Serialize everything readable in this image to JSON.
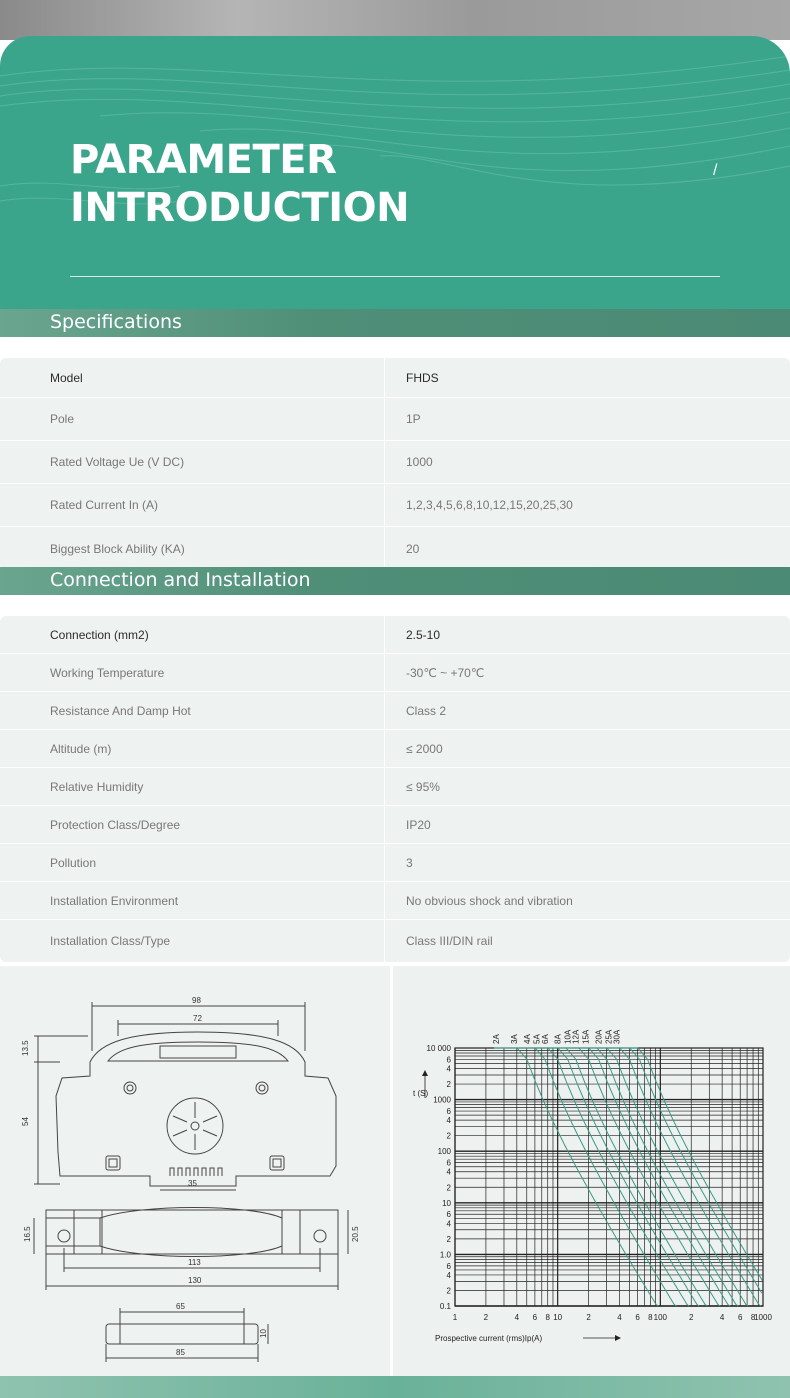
{
  "hero": {
    "title_line1": "PARAMETER",
    "title_line2": "INTRODUCTION",
    "slash": "/"
  },
  "colors": {
    "hero_green": "#3ba58c",
    "section_bar": "#4f8f78",
    "table_bg": "#eef3f1",
    "curve_green": "#3a9b84"
  },
  "specifications": {
    "heading": "Specifications",
    "rows": [
      {
        "key": "Model",
        "value": "FHDS"
      },
      {
        "key": "Pole",
        "value": "1P"
      },
      {
        "key": "Rated Voltage Ue (V DC)",
        "value": "1000"
      },
      {
        "key": "Rated Current In (A)",
        "value": "1,2,3,4,5,6,8,10,12,15,20,25,30"
      },
      {
        "key": "Biggest Block Ability (KA)",
        "value": "20"
      }
    ]
  },
  "installation": {
    "heading": "Connection and Installation",
    "rows": [
      {
        "key": "Connection (mm2)",
        "value": "2.5-10"
      },
      {
        "key": "Working Temperature",
        "value": "-30℃ ~ +70℃"
      },
      {
        "key": "Resistance And Damp Hot",
        "value": "Class 2"
      },
      {
        "key": "Altitude (m)",
        "value": "≤ 2000"
      },
      {
        "key": "Relative Humidity",
        "value": "≤ 95%"
      },
      {
        "key": "Protection Class/Degree",
        "value": "IP20"
      },
      {
        "key": "Pollution",
        "value": "3"
      },
      {
        "key": "Installation Environment",
        "value": "No obvious shock and vibration"
      },
      {
        "key": "Installation Class/Type",
        "value": "Class III/DIN rail"
      }
    ]
  },
  "dimensions": {
    "top_width_outer": "98",
    "top_width_inner": "72",
    "left_height_top": "13.5",
    "left_height_main": "54",
    "bottom_width": "35",
    "side_left_height": "16.5",
    "side_right_height": "20.5",
    "side_width_inner": "113",
    "side_width_outer": "130",
    "fuse_length_inner": "65",
    "fuse_length_outer": "85",
    "fuse_diameter": "10"
  },
  "chart_data": {
    "type": "line",
    "title": "",
    "xlabel": "Prospective current (rms)Ip(A)",
    "ylabel": "t (S)",
    "x_scale": "log",
    "y_scale": "log",
    "xlim": [
      1,
      1000
    ],
    "ylim": [
      0.1,
      10000
    ],
    "x_tick_labels": [
      "1",
      "2",
      "4",
      "6",
      "8",
      "10",
      "2",
      "4",
      "6",
      "8",
      "100",
      "2",
      "4",
      "6",
      "8",
      "1000"
    ],
    "y_tick_labels": [
      "10 000",
      "6",
      "4",
      "2",
      "1000",
      "6",
      "4",
      "2",
      "100",
      "6",
      "4",
      "2",
      "10",
      "6",
      "4",
      "2",
      "1.0",
      "6",
      "4",
      "2",
      "0.1"
    ],
    "grid": true,
    "legend": "none",
    "series": [
      {
        "name": "2A",
        "rating": 2
      },
      {
        "name": "3A",
        "rating": 3
      },
      {
        "name": "4A",
        "rating": 4
      },
      {
        "name": "5A",
        "rating": 5
      },
      {
        "name": "6A",
        "rating": 6
      },
      {
        "name": "8A",
        "rating": 8
      },
      {
        "name": "10A",
        "rating": 10
      },
      {
        "name": "12A",
        "rating": 12
      },
      {
        "name": "15A",
        "rating": 15
      },
      {
        "name": "20A",
        "rating": 20
      },
      {
        "name": "25A",
        "rating": 25
      },
      {
        "name": "30A",
        "rating": 30
      }
    ]
  }
}
